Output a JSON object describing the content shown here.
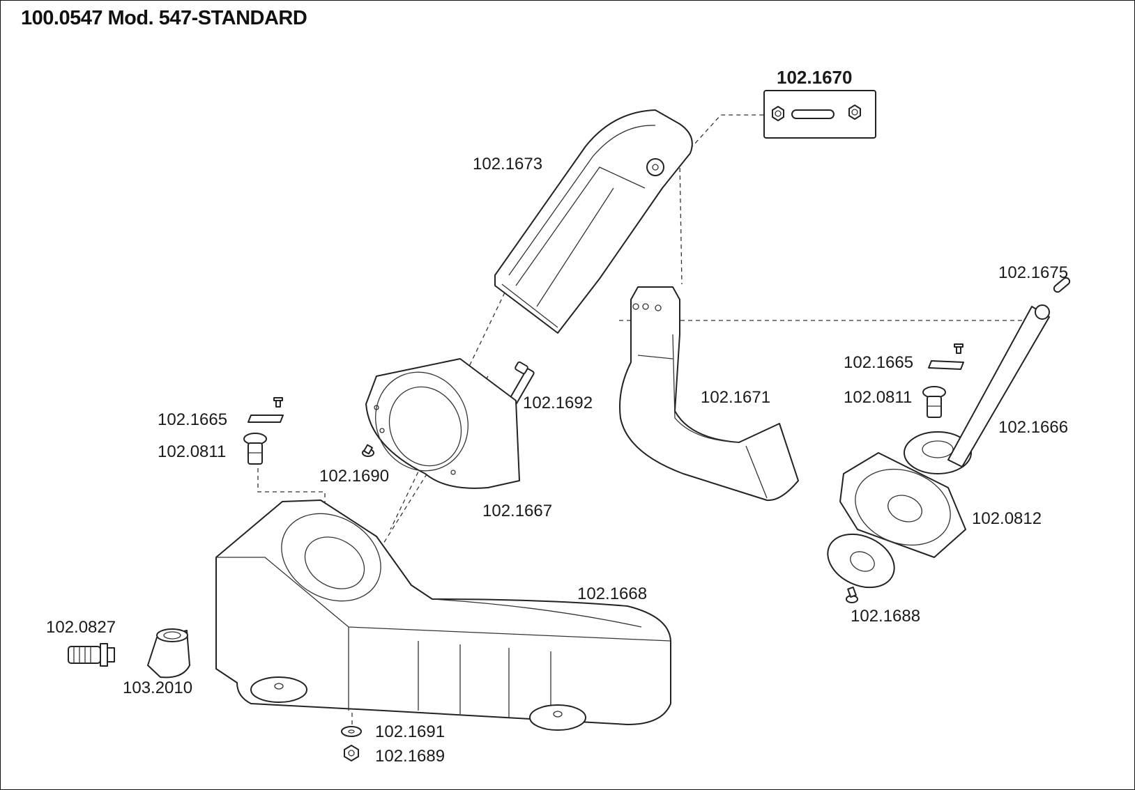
{
  "title": "100.0547 Mod. 547-STANDARD",
  "kit_box_label": "102.1670",
  "labels": [
    "102.1673",
    "102.1675",
    "102.1665",
    "102.0811",
    "102.1671",
    "102.1692",
    "102.1665",
    "102.0811",
    "102.1690",
    "102.1667",
    "102.1666",
    "102.0812",
    "102.1668",
    "102.0827",
    "103.2010",
    "102.1688",
    "102.1691",
    "102.1689"
  ]
}
